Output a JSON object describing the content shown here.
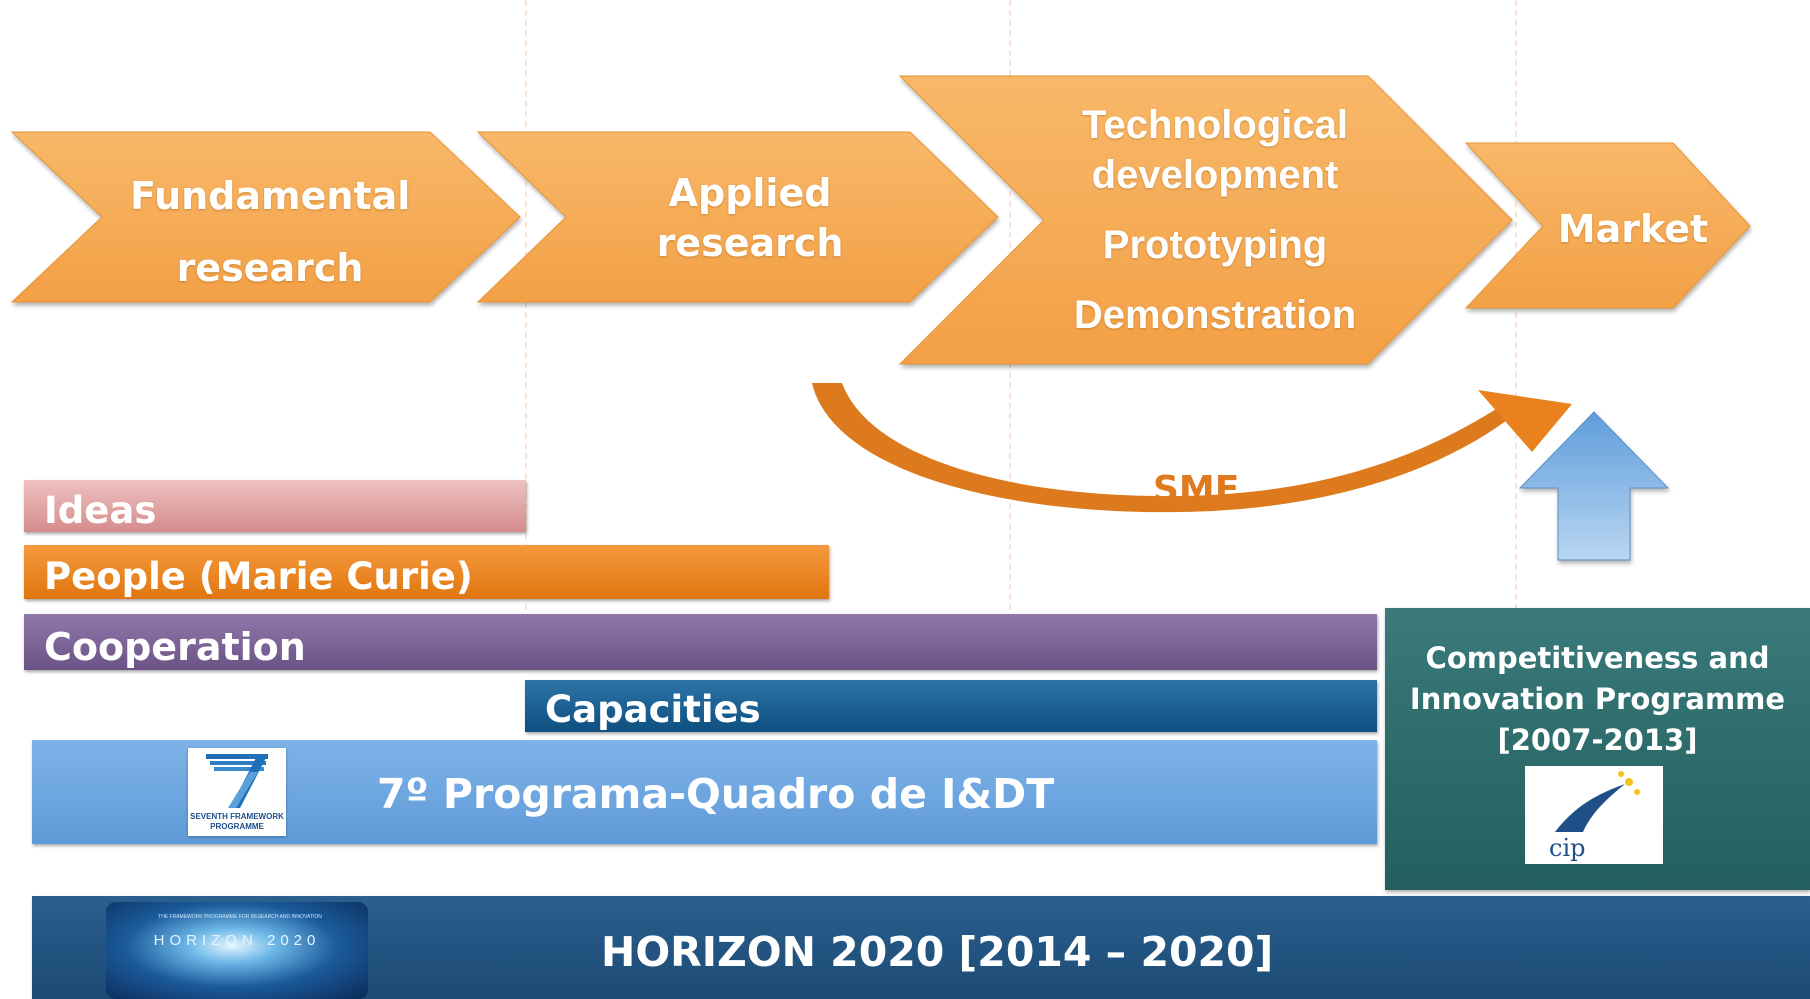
{
  "stages": {
    "fundamental": [
      "Fundamental",
      "research"
    ],
    "applied": [
      "Applied",
      "research"
    ],
    "technological": [
      "Technological",
      "development",
      "Prototyping",
      "Demonstration"
    ],
    "market": "Market"
  },
  "sme_label": "SME",
  "programmes": {
    "ideas": "Ideas",
    "people": "People (Marie Curie)",
    "cooperation": "Cooperation",
    "capacities": "Capacities",
    "fp7": "7º Programa-Quadro de I&DT",
    "cip": [
      "Competitiveness and",
      "Innovation Programme",
      "[2007-2013]"
    ],
    "horizon": "HORIZON 2020 [2014 – 2020]"
  },
  "logos": {
    "fp7_logo": {
      "icon": "fp7-logo",
      "text": [
        "SEVENTH FRAMEWORK",
        "PROGRAMME"
      ]
    },
    "cip_logo": {
      "icon": "cip-logo",
      "text": "cip"
    },
    "horizon_logo": {
      "icon": "horizon-2020-logo",
      "text": "HORIZON 2020",
      "tagline": "THE FRAMEWORK PROGRAMME FOR RESEARCH AND INNOVATION"
    }
  },
  "colors": {
    "chevron": "#f5a54c",
    "ideas": "#dc9e9e",
    "people": "#ea7f1b",
    "cooperation": "#765f8d",
    "capacities": "#16598c",
    "fp7": "#6ea6e0",
    "cip": "#2a6666",
    "horizon": "#1f4e78",
    "sme": "#e07a1f",
    "up_arrow": "#74acdd"
  }
}
